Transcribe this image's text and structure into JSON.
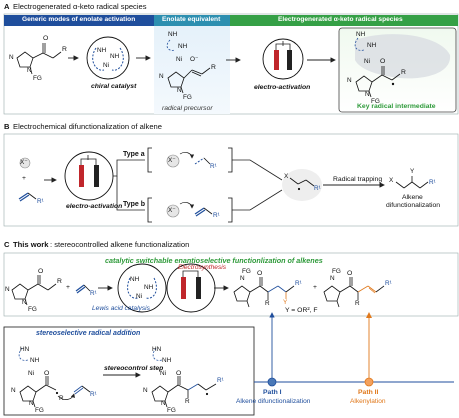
{
  "sectionA": {
    "letter": "A",
    "title": "Electrogenerated α-keto radical species",
    "banner_generic": "Generic modes of enolate activation",
    "banner_enolate": "Enolate equivalent",
    "banner_electro": "Electrogenerated α-keto radical species",
    "chiral_catalyst": "chiral catalyst",
    "radical_precursor": "radical precursor",
    "electro_activation": "electro-activation",
    "key_radical": "Key radical intermediate"
  },
  "sectionB": {
    "letter": "B",
    "title": "Electrochemical difunctionalization of alkene",
    "type_a": "Type a",
    "type_b": "Type b",
    "electro_activation": "electro-activation",
    "radical_trapping": "Radical trapping",
    "alkene_difunc_line1": "Alkene",
    "alkene_difunc_line2": "difunctionalization"
  },
  "sectionC": {
    "letter": "C",
    "title_bold": "This work",
    "title_rest": ": stereocontrolled alkene functionalization",
    "green_title": "catalytic switchable enantioselective functionlization of alkenes",
    "electrosynthesis": "Electrosynthesis",
    "lewis_acid": "Lewis acid catalysis",
    "y_def": "Y = OR², F",
    "stereoselective_title": "stereoselective radical addition",
    "stereocontrol_step": "stereocontrol step",
    "path1_label": "Path I",
    "path1_desc": "Alkene difunctionalization",
    "path2_label": "Path II",
    "path2_desc": "Alkenylation"
  },
  "atoms": {
    "O": "O",
    "N": "N",
    "NH": "NH",
    "HN": "HN",
    "Ni": "Ni",
    "FG": "FG",
    "R": "R",
    "R1": "R¹",
    "X": "X",
    "Xminus": "X⁻",
    "Y": "Y",
    "Ominus": "O⁻",
    "plus": "+"
  },
  "colors": {
    "blue_dark": "#1f4e9c",
    "blue_banner": "#3a7fc1",
    "teal_banner": "#2d8fb0",
    "green_banner": "#35a046",
    "green_text": "#2e9a3a",
    "orange": "#e0781b",
    "electrode_red": "#c0262b",
    "electrode_black": "#222222"
  },
  "icons": [
    "electrochemical-cell-icon",
    "circle-arrow-icon",
    "radical-dot-icon"
  ]
}
